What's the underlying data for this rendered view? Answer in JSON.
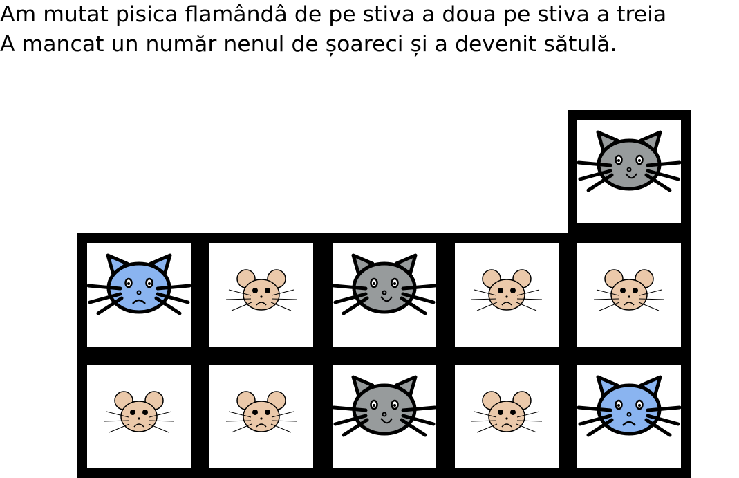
{
  "caption": {
    "line1": "Am mutat pisica flamândâ de pe stiva a doua pe stiva a treia",
    "line2": "A mancat un număr nenul de șoareci și a devenit sătulă."
  },
  "colors": {
    "tile_border": "#000000",
    "tile_fill": "#ffffff",
    "sad_cat": "#8ab4f0",
    "happy_cat": "#979b9c",
    "mouse": "#ebc9aa"
  },
  "grid": {
    "top_row": [
      null,
      null,
      null,
      null,
      "happy-cat"
    ],
    "middle_row": [
      "sad-cat",
      "mouse",
      "happy-cat",
      "mouse",
      "mouse"
    ],
    "bottom_row": [
      "mouse",
      "mouse",
      "happy-cat",
      "mouse",
      "sad-cat"
    ]
  }
}
